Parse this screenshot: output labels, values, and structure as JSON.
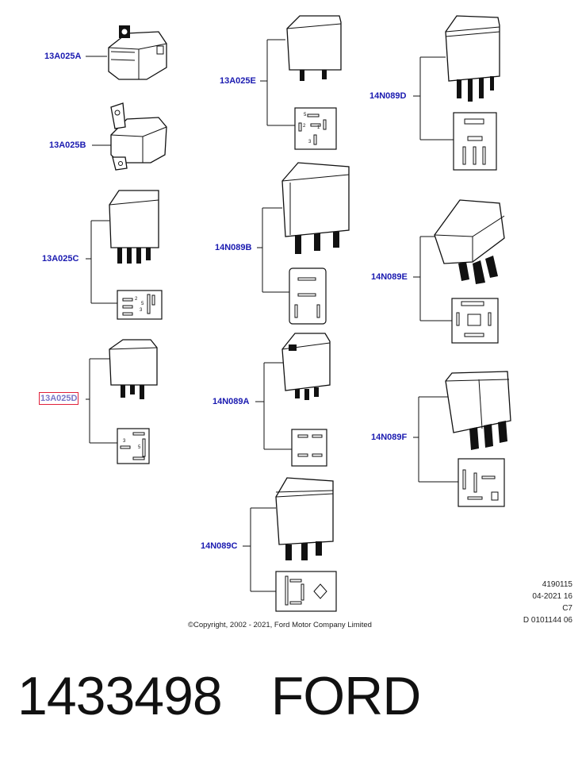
{
  "labels": {
    "a": "13A025A",
    "b": "13A025B",
    "c": "13A025C",
    "d": "13A025D",
    "e": "13A025E",
    "n_b": "14N089B",
    "n_a": "14N089A",
    "n_c": "14N089C",
    "n_d": "14N089D",
    "n_e": "14N089E",
    "n_f": "14N089F"
  },
  "highlighted_label": "13A025D",
  "highlight_color": "#e0203a",
  "label_color": "#1a1ab0",
  "meta": {
    "line1": "4190115",
    "line2": "04-2021 16",
    "line3": "C7",
    "line4": "D 0101144 06"
  },
  "copyright": "©Copyright, 2002 - 2021, Ford Motor Company Limited",
  "part_number": "1433498",
  "brand": "FORD"
}
